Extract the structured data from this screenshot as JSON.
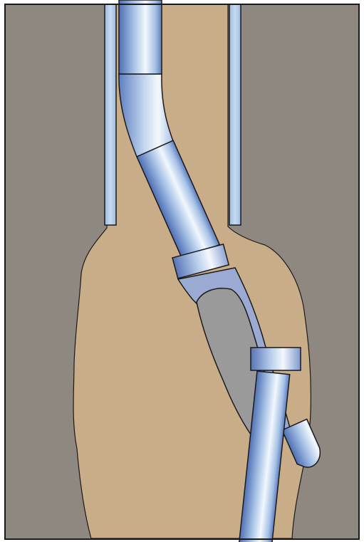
{
  "diagram": {
    "description_labels": [],
    "colors": {
      "formation": "#8f8880",
      "borehole_fill": "#c9ad88",
      "casing": "#b3cde9",
      "pipe_light": "#e8f1fb",
      "pipe_mid": "#a6c2e6",
      "pipe_dark": "#4f6fb4",
      "whipstock_light": "#e3e3e3",
      "whipstock_dark": "#4d4d4d",
      "outline": "#1a1a1a"
    },
    "components": [
      "formation",
      "open-hole",
      "casing-left",
      "casing-right",
      "upper-drill-pipe",
      "bent-sub",
      "deflected-pipe",
      "coupling-collar",
      "whipstock-sleeve",
      "whipstock-face",
      "lower-collar",
      "lower-drill-pipe",
      "side-pipe-tip"
    ]
  }
}
